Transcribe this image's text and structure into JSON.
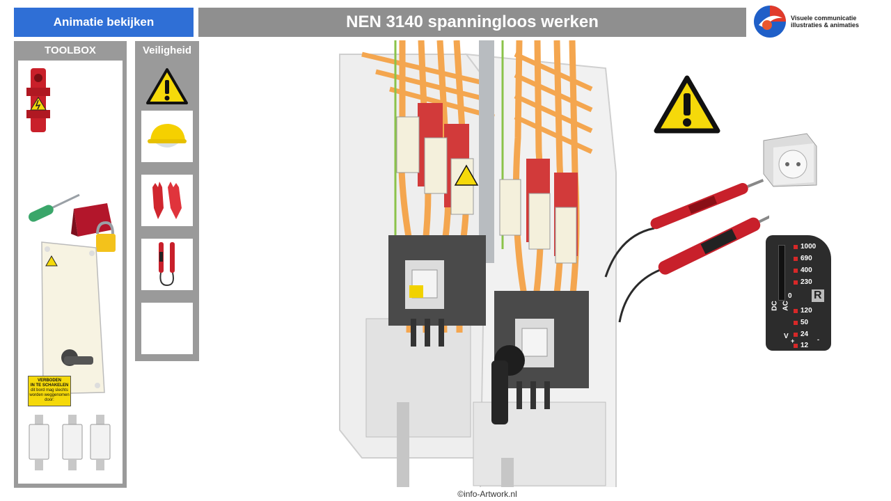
{
  "header": {
    "animation_button": "Animatie bekijken",
    "title": "NEN 3140 spanningloos werken"
  },
  "logo": {
    "line1": "Visuele communicatie",
    "line2": "illustraties & animaties"
  },
  "toolbox": {
    "title": "TOOLBOX",
    "sign_text": {
      "line1": "VERBODEN",
      "line2": "IN TE SCHAKELEN",
      "line3": "dit bord mag slechts",
      "line4": "worden weggenomen",
      "line5": "door:"
    }
  },
  "safety": {
    "title": "Veiligheid"
  },
  "meter": {
    "scale": [
      "1000",
      "690",
      "400",
      "230",
      "120",
      "50",
      "24",
      "12"
    ],
    "zero": "0",
    "r_label": "R",
    "dc": "DC",
    "ac": "AC",
    "v": "V",
    "plus_minus_left": "+",
    "plus_minus_right": "-"
  },
  "footer": {
    "copyright": "©info-Artwork.nl"
  },
  "colors": {
    "button_blue": "#2f6fd6",
    "title_gray": "#8f8f8f",
    "warning_yellow": "#f5d90a",
    "busbar_orange": "#f4a64f",
    "tester_red": "#c8202b"
  }
}
